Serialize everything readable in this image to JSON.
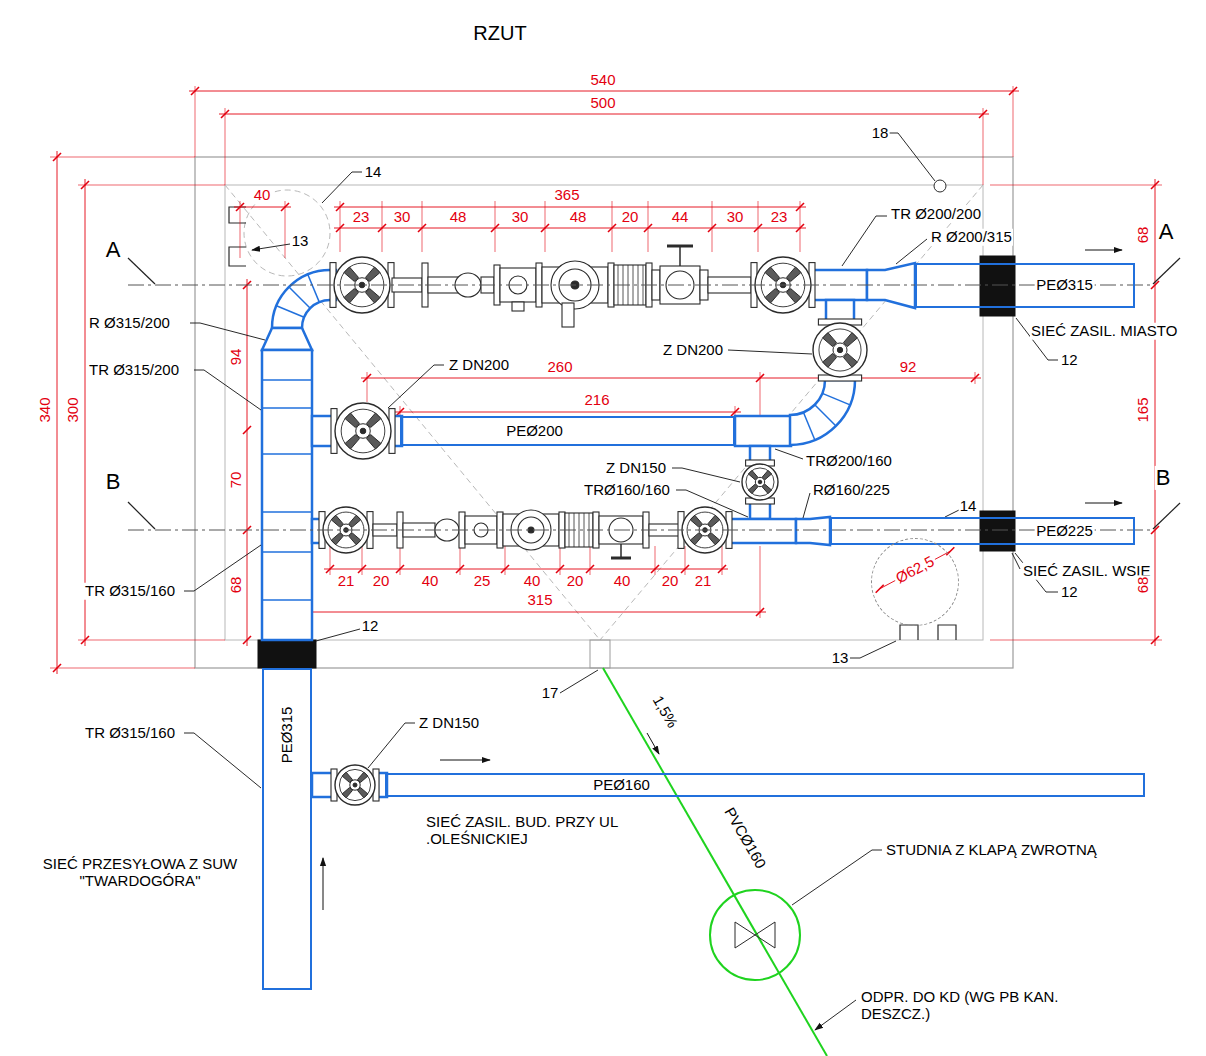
{
  "diagram": {
    "title": "RZUT",
    "nodes": [
      {
        "text": [
          "PEØ315"
        ]
      },
      {
        "text": [
          "PEØ200"
        ]
      },
      {
        "text": [
          "PEØ225"
        ]
      },
      {
        "text": [
          "Ø62,5"
        ]
      },
      {
        "text": [
          "PEØ315"
        ]
      },
      {
        "text": [
          "PEØ160"
        ]
      }
    ],
    "labels": [
      "540",
      "500",
      "18",
      "14",
      "40",
      "365",
      "TR Ø200/200",
      "23",
      "30",
      "48",
      "30",
      "48",
      "20",
      "44",
      "30",
      "23",
      "R Ø200/315",
      "A",
      "13",
      "68",
      "A",
      "R Ø315/200",
      "SIEĆ ZASIL. MIASTO",
      "12",
      "Z DN200",
      "260",
      "Z DN200",
      "94",
      "92",
      "TR Ø315/200",
      "216",
      "300",
      "340",
      "165",
      "TRØ200/160",
      "Z DN150",
      "B",
      "70",
      "TRØ160/160",
      "RØ160/225",
      "B",
      "14",
      "SIEĆ ZASIL. WSIE",
      "68",
      "68",
      "TR Ø315/160",
      "21",
      "20",
      "40",
      "25",
      "40",
      "20",
      "40",
      "20",
      "21",
      "12",
      "315",
      "12",
      "13",
      "17",
      "1,5%",
      "Z DN150",
      "TR Ø315/160",
      "PVCØ160",
      "SIEĆ ZASIL. BUD. PRZY UL .OLEŚNICKIEJ",
      "STUDNIA Z KLAPĄ ZWROTNĄ",
      "SIEĆ PRZESYŁOWA Z SUW \"TWARDOGÓRA\"",
      "ODPR. DO KD (WG PB KAN. DESZCZ.)"
    ]
  }
}
